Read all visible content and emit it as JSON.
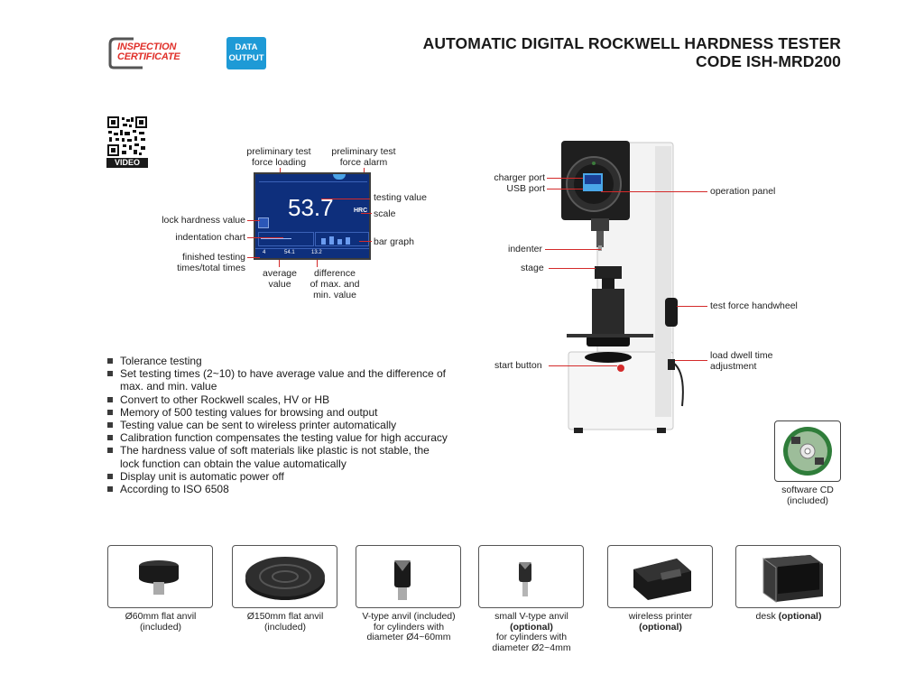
{
  "header": {
    "title_line1": "AUTOMATIC DIGITAL ROCKWELL HARDNESS TESTER",
    "title_line2": "CODE ISH-MRD200",
    "badge_inspection_line1": "INSPECTION",
    "badge_inspection_line2": "CERTIFICATE",
    "badge_data_line1": "DATA",
    "badge_data_line2": "OUTPUT"
  },
  "qr": {
    "label": "VIDEO"
  },
  "display": {
    "labels": {
      "prelim_loading_1": "preliminary test",
      "prelim_loading_2": "force loading",
      "prelim_alarm_1": "preliminary test",
      "prelim_alarm_2": "force alarm",
      "testing_value": "testing value",
      "scale": "scale",
      "lock_hardness": "lock hardness value",
      "indentation_chart": "indentation chart",
      "bar_graph": "bar graph",
      "finished_1": "finished testing",
      "finished_2": "times/total times",
      "average_1": "average",
      "average_2": "value",
      "diff_1": "difference",
      "diff_2": "of max. and",
      "diff_3": "min. value"
    },
    "screen": {
      "value": "53.7",
      "unit": "HRC",
      "count": "4",
      "average": "54.1",
      "difference": "13.2"
    }
  },
  "features": [
    "Tolerance testing",
    "Set testing times (2~10) to have average value and the difference of max. and min. value",
    "Convert to other Rockwell scales, HV or HB",
    "Memory of 500 testing values for browsing and output",
    "Testing value can be sent to wireless printer automatically",
    "Calibration function compensates the testing value for high accuracy",
    "The hardness value of soft materials like plastic is not stable, the lock function can obtain the value automatically",
    "Display unit is automatic power off",
    "According to ISO 6508"
  ],
  "machine": {
    "labels": {
      "charger_port": "charger port",
      "usb_port": "USB port",
      "operation_panel": "operation panel",
      "indenter": "indenter",
      "stage": "stage",
      "test_force_handwheel": "test force handwheel",
      "start_button": "start button",
      "dwell_1": "load dwell time",
      "dwell_2": "adjustment"
    }
  },
  "software_cd": {
    "line1": "software CD",
    "line2": "(included)"
  },
  "accessories": [
    {
      "line1": "Ø60mm flat anvil",
      "line2": "(included)"
    },
    {
      "line1": "Ø150mm flat anvil",
      "line2": "(included)"
    },
    {
      "line1": "V-type anvil (included)",
      "line2": "for cylinders with",
      "line3": "diameter Ø4~60mm"
    },
    {
      "line1": "small V-type anvil",
      "line2": "(optional)",
      "line3": "for cylinders with",
      "line4": "diameter Ø2~4mm"
    },
    {
      "line1": "wireless printer",
      "line2": "(optional)"
    },
    {
      "line1": "desk ",
      "line2": "(optional)"
    }
  ],
  "colors": {
    "accent_red": "#d42a2a",
    "badge_blue": "#1e9ad6",
    "screen_blue": "#0e2f7c"
  }
}
